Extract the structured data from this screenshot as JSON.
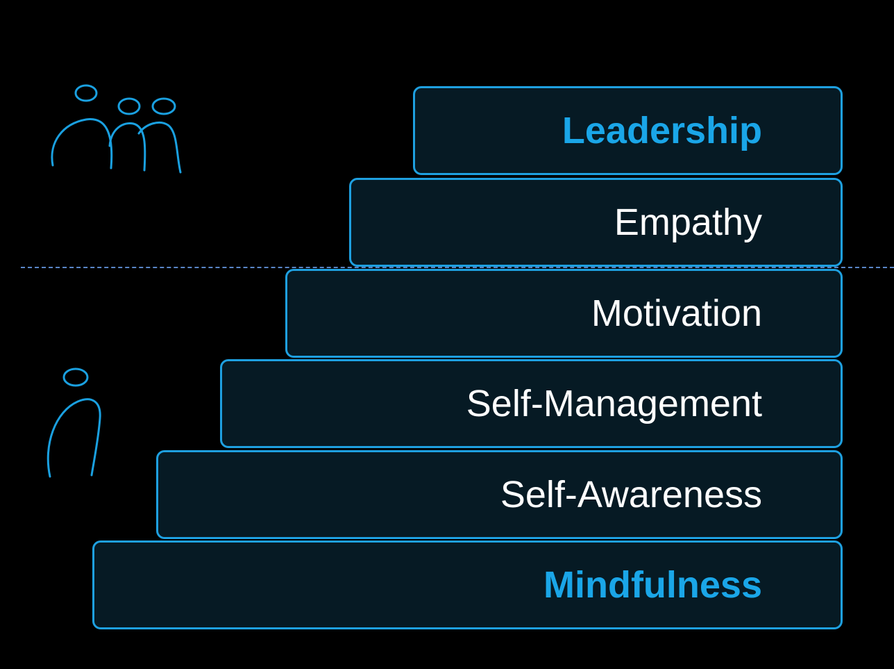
{
  "colors": {
    "background": "#000000",
    "step_fill": "#061a24",
    "step_border": "#1ea0e0",
    "highlight_text": "#1aa6e8",
    "normal_text": "#ffffff",
    "divider": "#5a86c8"
  },
  "icons": {
    "group": "group-of-people-icon",
    "individual": "single-person-icon"
  },
  "steps": [
    {
      "label": "Leadership",
      "highlight": true
    },
    {
      "label": "Empathy",
      "highlight": false
    },
    {
      "label": "Motivation",
      "highlight": false
    },
    {
      "label": "Self-Management",
      "highlight": false
    },
    {
      "label": "Self-Awareness",
      "highlight": false
    },
    {
      "label": "Mindfulness",
      "highlight": true
    }
  ]
}
